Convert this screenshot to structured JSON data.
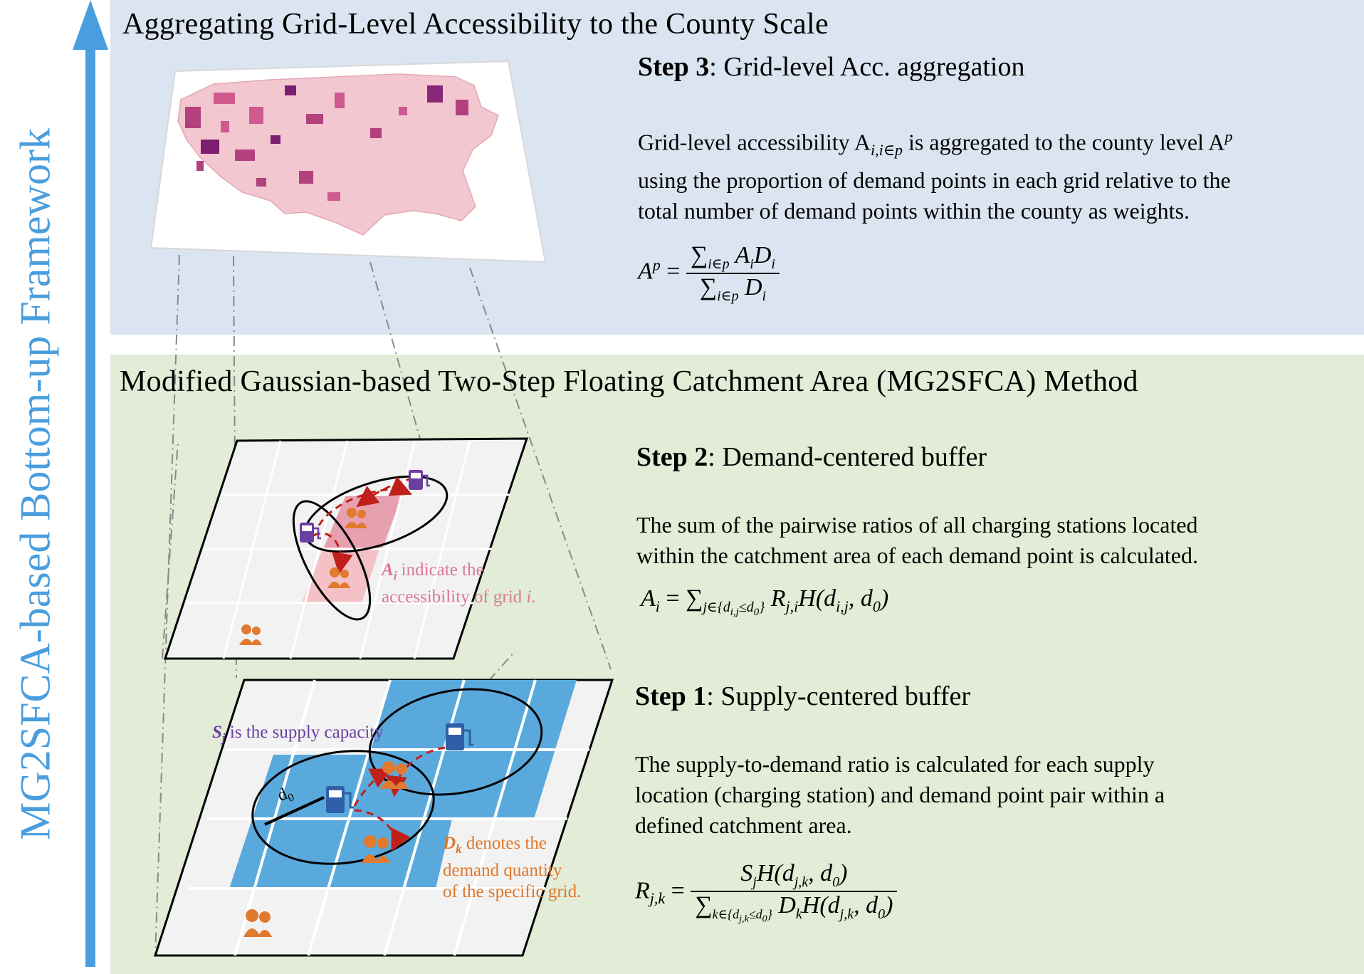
{
  "vertical_label": "MG2SFCA-based Bottom-up Framework",
  "top_section": {
    "heading": "Aggregating Grid-Level Accessibility to the County Scale",
    "step_num": "Step 3",
    "step_title": ": Grid-level Acc. aggregation",
    "para_line1": "Grid-level accessibility A",
    "para_sub1": "i,i∈p",
    "para_mid": " is aggregated to the county level A",
    "para_sup": "p",
    "para_line2": "using the proportion of demand points in each grid relative to the",
    "para_line3": "total number of demand points within the county as weights.",
    "formula_lhs": "A",
    "formula_lhs_sup": "p",
    "formula_eq": " =",
    "formula_num": "∑",
    "formula_num_sub": "i∈p",
    "formula_num_rest": " A",
    "formula_num_rest_sub": "i",
    "formula_num_rest2": "D",
    "formula_num_rest2_sub": "i",
    "formula_den": "∑",
    "formula_den_sub": "i∈p",
    "formula_den_rest": " D",
    "formula_den_rest_sub": "i"
  },
  "bottom_section": {
    "heading": "Modified Gaussian-based Two-Step Floating Catchment Area (MG2SFCA) Method",
    "step2": {
      "num": "Step 2",
      "title": ": Demand-centered buffer",
      "line1": "The sum of the pairwise ratios of all charging stations located",
      "line2": "within the catchment area of each demand point is calculated.",
      "formula_a": "A",
      "formula_a_sub": "i",
      "formula_eq": " = ∑",
      "formula_sum_sub": "j∈{d",
      "formula_sum_sub2": "i,j",
      "formula_sum_sub3": "≤d",
      "formula_sum_sub4": "0",
      "formula_sum_sub5": "}",
      "formula_r": " R",
      "formula_r_sub": "j,i",
      "formula_h": "H(d",
      "formula_h_sub": "i,j",
      "formula_h2": ", d",
      "formula_h2_sub": "0",
      "formula_h3": ")"
    },
    "step1": {
      "num": "Step 1",
      "title": ": Supply-centered buffer",
      "line1": "The supply-to-demand ratio is calculated for each supply",
      "line2": "location (charging station) and demand point pair within a",
      "line3": "defined catchment area.",
      "formula_lhs": "R",
      "formula_lhs_sub": "j,k",
      "formula_eq": " =",
      "num_s": "S",
      "num_s_sub": "j",
      "num_h": "H(d",
      "num_h_sub": "j,k",
      "num_h2": ", d",
      "num_h2_sub": "0",
      "num_h3": ")",
      "den_sum": "∑",
      "den_sum_sub": "k∈{d",
      "den_sum_sub2": "j,k",
      "den_sum_sub3": "≤d",
      "den_sum_sub4": "0",
      "den_sum_sub5": "}",
      "den_d": " D",
      "den_d_sub": "k",
      "den_h": "H(d",
      "den_h_sub": "j,k",
      "den_h2": ", d",
      "den_h2_sub": "0",
      "den_h3": ")"
    },
    "note_ai_bold": "A",
    "note_ai_bold_sub": "i",
    "note_ai_rest": " indicate the",
    "note_ai_line2": "accessibility of grid ",
    "note_ai_line2_i": "i",
    "note_ai_line2_end": ".",
    "note_sj_bold": "S",
    "note_sj_bold_sub": "j",
    "note_sj_rest": " is the supply capacity",
    "note_dk_bold": "D",
    "note_dk_bold_sub": "k",
    "note_dk_rest": " denotes the",
    "note_dk_line2": "demand quantity",
    "note_dk_line3": "of the specific grid.",
    "d0_label": "d",
    "d0_sub": "0"
  },
  "colors": {
    "top_bg": "#dbe5f1",
    "bottom_bg": "#e2ecd6",
    "arrow_blue": "#4a9ede",
    "grid_blue": "#5aa9dc",
    "grid_pink": "#e6a0b0",
    "demand_orange": "#e07a2e",
    "station_purple": "#6a3fa0",
    "station_blue": "#2f5fa8",
    "accent_red": "#c0201a",
    "pink_text": "#d97995",
    "purple_text": "#6a3fa0",
    "orange_text": "#e0762a"
  }
}
